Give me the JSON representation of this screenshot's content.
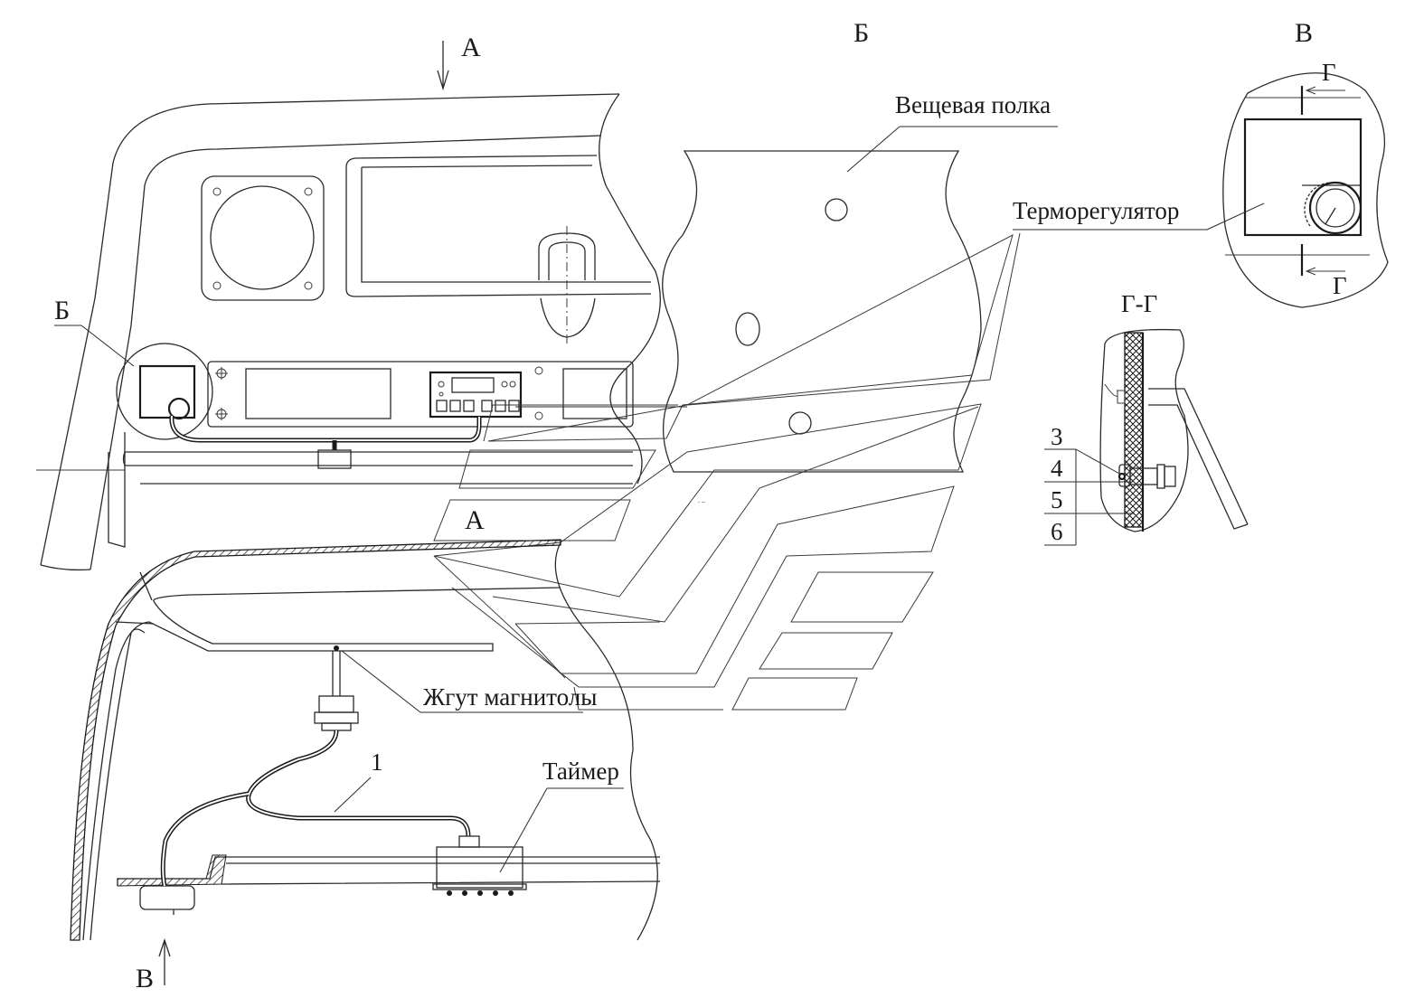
{
  "labels": {
    "view_a_arrow": "А",
    "view_b_title": "Б",
    "view_v_title": "В",
    "callout_b": "Б",
    "view_a_title": "А",
    "section_arrow_top": "Г",
    "section_arrow_bottom": "Г",
    "section_title": "Г-Г",
    "view_v_arrow": "В",
    "shelf": "Вещевая полка",
    "thermostat": "Терморегулятор",
    "radio_harness": "Жгут магнитолы",
    "timer": "Таймер",
    "item_1": "1",
    "item_3": "3",
    "item_4": "4",
    "item_5": "5",
    "item_6": "6"
  },
  "colors": {
    "ink": "#1a1a1a",
    "paper": "#ffffff"
  }
}
